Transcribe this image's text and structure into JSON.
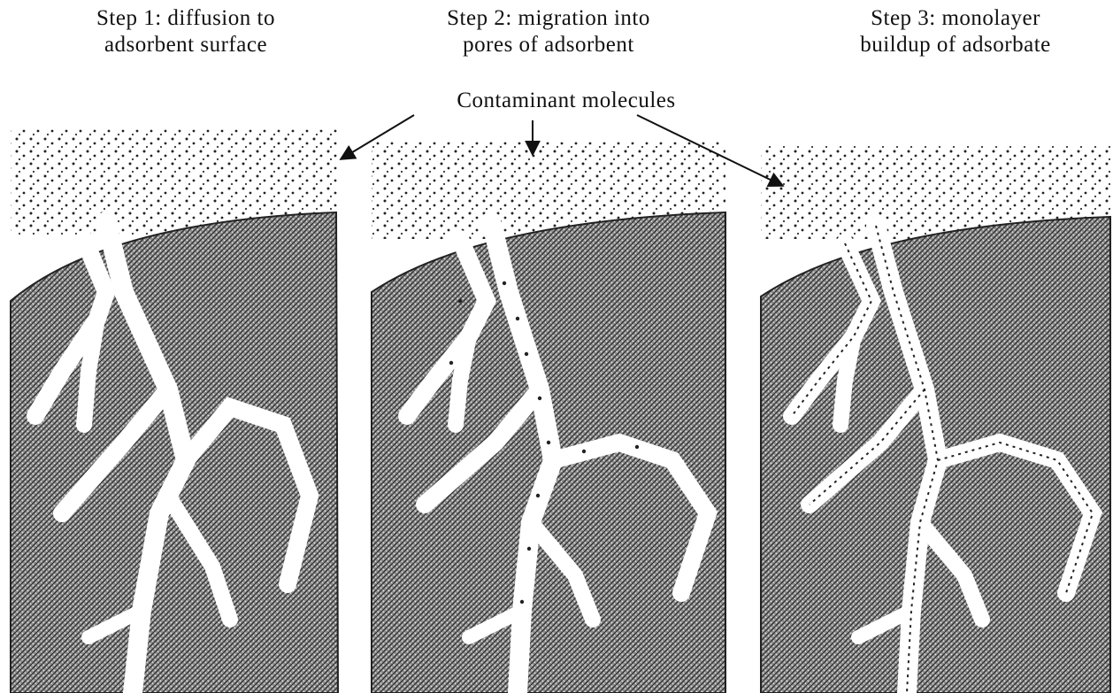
{
  "captions": [
    {
      "line1": "Step 1: diffusion to",
      "line2": "adsorbent surface"
    },
    {
      "line1": "Step 2: migration into",
      "line2": "pores of adsorbent"
    },
    {
      "line1": "Step 3: monolayer",
      "line2": "buildup of adsorbate"
    }
  ],
  "contaminant_label": "Contaminant molecules",
  "colors": {
    "ink": "#111111",
    "paper": "#ffffff",
    "granule": "#6a6a6a",
    "pore": "#ffffff"
  }
}
